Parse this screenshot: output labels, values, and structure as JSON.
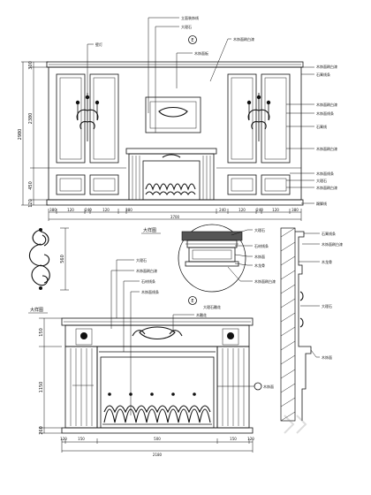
{
  "colors": {
    "ink": "#111111",
    "paper": "#ffffff",
    "hatch": "#444444"
  },
  "top_elevation": {
    "callout_marker": "E",
    "top_labels": [
      "立面装饰线",
      "大理石",
      "木饰面板",
      "木饰面刷白漆",
      "壁灯 "
    ],
    "right_labels": [
      "木饰面刷白漆",
      "石膏线条",
      "木饰面刷白漆",
      "木饰面线条",
      "石膏线",
      "木饰面刷白漆",
      "木饰面线条",
      "大理石",
      "木饰面刷白漆",
      "踢脚线"
    ],
    "left_dims": [
      "300",
      "2380",
      "2980",
      "450",
      "120"
    ],
    "bottom_dims": [
      "380",
      "120",
      "240",
      "120",
      "380",
      "240",
      "120",
      "240",
      "120",
      "380"
    ],
    "total_dim": "3700"
  },
  "ornament_detail": {
    "dim": "560"
  },
  "section_detail": {
    "title": "大样图",
    "labels": [
      "大理石",
      "石材线条",
      "木饰面",
      "木龙骨",
      "木饰面刷白漆"
    ]
  },
  "fireplace_elevation": {
    "title": "大样图",
    "callout_marker": "E",
    "labels": [
      "大理石",
      "木饰面刷白漆",
      "石材线条",
      "木饰面线条",
      "木雕花"
    ],
    "top_label": "大理石雕花",
    "right_label": "木饰面",
    "left_dims": [
      "150",
      "1150",
      "260"
    ],
    "bottom_dims": [
      "120",
      "150",
      "500",
      "150",
      "120"
    ],
    "total_dim": "2180"
  },
  "side_section": {
    "labels": [
      "石膏线条",
      "木饰面刷白漆",
      "木龙骨",
      "大理石",
      "木饰面"
    ]
  }
}
